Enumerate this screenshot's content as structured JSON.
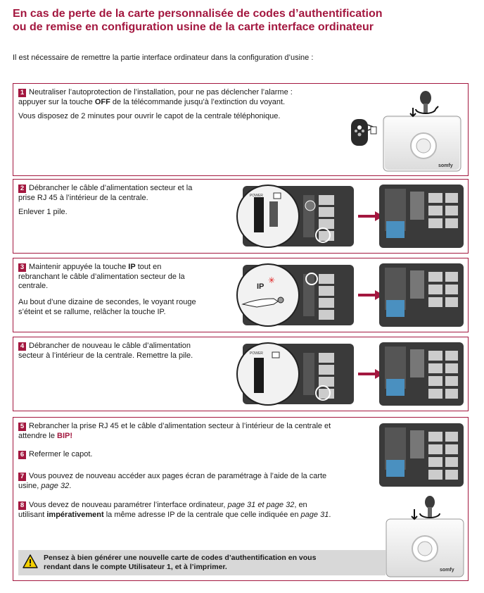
{
  "title": {
    "line1": "En cas de perte de la carte personnalisée de codes d’authentification",
    "line2": "ou de remise en configuration usine de la carte interface ordinateur"
  },
  "intro": "Il est nécessaire de remettre la partie interface ordinateur dans la configuration d’usine :",
  "steps": {
    "s1": {
      "num": "1",
      "a": "Neutraliser l’autoprotection de l’installation, pour ne pas déclencher l’alarme :",
      "b1": "appuyer sur la touche ",
      "b2": "OFF",
      "b3": " de la télécommande jusqu’à l’extinction du voyant.",
      "c": "Vous disposez de 2 minutes pour ouvrir le capot de la centrale téléphonique."
    },
    "s2": {
      "num": "2",
      "a1": "Débrancher le câble d’alimentation secteur et la",
      "a2": "prise RJ 45 à l’intérieur de la centrale.",
      "b": "Enlever 1 pile."
    },
    "s3": {
      "num": "3",
      "a1": "Maintenir appuyée la touche ",
      "a2": "IP",
      "a3": " tout en",
      "a4": "rebranchant le câble d’alimentation secteur de la",
      "a5": "centrale.",
      "b1": "Au bout d’une dizaine de secondes, le voyant rouge",
      "b2": "s’éteint et se rallume, relâcher la touche IP."
    },
    "s4": {
      "num": "4",
      "a1": "Débrancher de nouveau le câble d’alimentation",
      "a2": "secteur à l’intérieur de la centrale. Remettre la pile."
    },
    "s5": {
      "num": "5",
      "a1": "Rebrancher la prise RJ 45 et le câble d’alimentation secteur à l’intérieur de la centrale et",
      "a2": "attendre le ",
      "a3": "BIP!"
    },
    "s6": {
      "num": "6",
      "a": "Refermer le capot."
    },
    "s7": {
      "num": "7",
      "a1": "Vous pouvez de nouveau accéder aux pages écran de paramétrage à l’aide de la carte",
      "a2": "usine, ",
      "a3": "page 32",
      "a4": "."
    },
    "s8": {
      "num": "8",
      "a1": "Vous devez de nouveau paramétrer l’interface ordinateur, ",
      "a2": "page 31 et page 32",
      "a3": ", en",
      "a4": "utilisant ",
      "a5": "impérativement",
      "a6": " la même adresse IP de la centrale que celle indiquée en ",
      "a7": "page 31",
      "a8": "."
    }
  },
  "warning": {
    "l1": "Pensez à bien générer une nouvelle carte de codes d’authentification en vous",
    "l2": "rendant dans le compte Utilisateur 1, et à l’imprimer."
  },
  "illustrations": {
    "brand": "somfy",
    "power_label": "POWER",
    "ip_label": "IP"
  },
  "colors": {
    "accent": "#a3173f",
    "warning_bg": "#d8d8d8"
  }
}
